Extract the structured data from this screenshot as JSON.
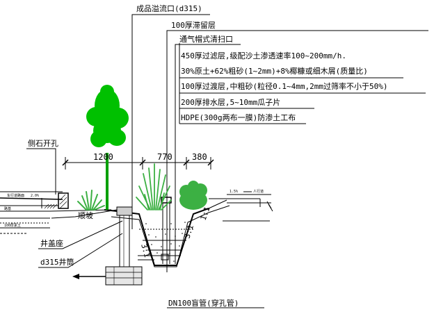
{
  "labels": {
    "overflow": "成品溢流口(d315)",
    "retention": "100厚滞留层",
    "cleanout": "通气帽式清扫口",
    "filter_line1": "450厚过滤层,级配沙土渗透速率100~200mm/h.",
    "filter_line2": "30%原土+62%粗砂(1~2mm)+8%椰糠或细木屑(质量比)",
    "transition": "100厚过渡层,中粗砂(粒径0.1~4mm,2mm过筛率不小于50%)",
    "drainage": "200厚排水层,5~10mm瓜子片",
    "geotextile": "HDPE(300g两布一膜)防渗土工布",
    "curb_opening": "侧石开孔",
    "slope": "顺坡",
    "well_seat": "井盖座",
    "well_pipe": "d315井筒",
    "blind_pipe": "DN100盲管(穿孔管)",
    "slope_ratio_left": "3:1",
    "slope_ratio_right": "3:1",
    "slope_ratio_top": "1:1",
    "pct_left": "2.0%",
    "pct_right": "1.5%",
    "small_left_1": "车行道路面",
    "small_left_2": "路基",
    "small_left_3": "100厚素土",
    "small_right": "人行道"
  },
  "dimensions": [
    "1200",
    "770",
    "380"
  ],
  "colors": {
    "tree": "#00c000",
    "trunk": "#00a000",
    "grass": "#3cb043",
    "line": "#000000"
  }
}
